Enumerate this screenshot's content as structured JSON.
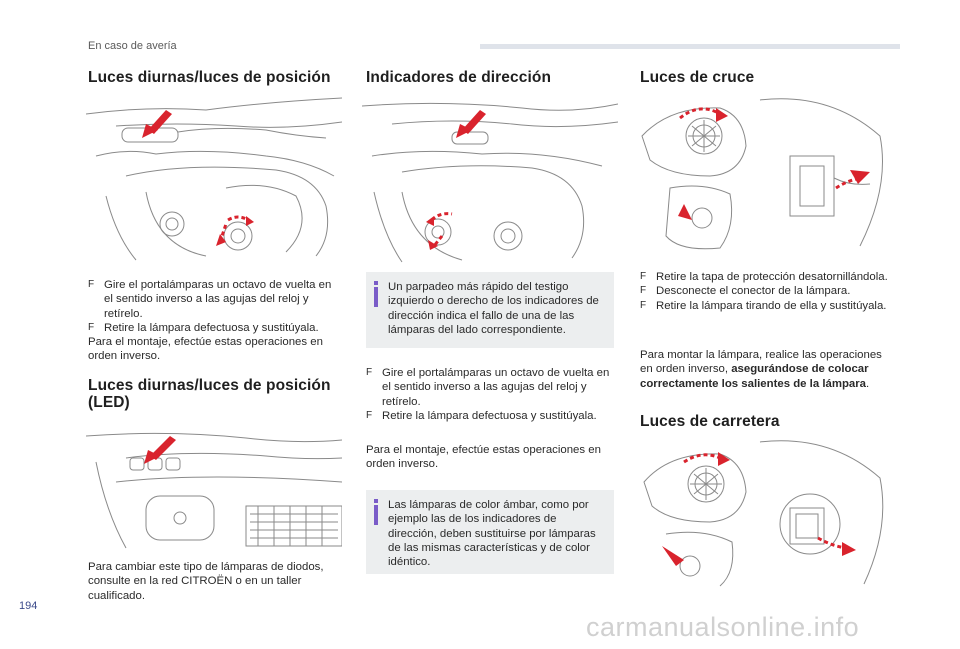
{
  "header": {
    "section": "En caso de avería"
  },
  "page_number": "194",
  "watermark": "carmanualsonline.info",
  "col1": {
    "title1": "Luces diurnas/luces de posición",
    "bullets1": [
      "Gire el portalámparas un octavo de vuelta en el sentido inverso a las agujas del reloj y retírelo.",
      "Retire la lámpara defectuosa y sustitúyala."
    ],
    "para1": "Para el montaje, efectúe estas operaciones en orden inverso.",
    "title2": "Luces diurnas/luces de posición (LED)",
    "para2": "Para cambiar este tipo de lámparas de diodos, consulte en la red CITROËN o en un taller cualificado."
  },
  "col2": {
    "title": "Indicadores de dirección",
    "info1": "Un parpadeo más rápido del testigo izquierdo o derecho de los indicadores de dirección indica el fallo de una de las lámparas del lado correspondiente.",
    "bullets": [
      "Gire el portalámparas un octavo de vuelta en el sentido inverso a las agujas del reloj y retírelo.",
      "Retire la lámpara defectuosa y sustitúyala."
    ],
    "para": "Para el montaje, efectúe estas operaciones en orden inverso.",
    "info2": "Las lámparas de color ámbar, como por ejemplo las de los indicadores de dirección, deben sustituirse por lámparas de las mismas características y de color idéntico."
  },
  "col3": {
    "title1": "Luces de cruce",
    "bullets": [
      "Retire la tapa de protección desatornillándola.",
      "Desconecte el conector de la lámpara.",
      "Retire la lámpara tirando de ella y sustitúyala."
    ],
    "para_start": "Para montar la lámpara, realice las operaciones en orden inverso, ",
    "para_bold": "asegurándose de colocar correctamente los salientes de la lámpara",
    "para_end": ".",
    "title2": "Luces de carretera"
  },
  "bullet_glyph": "F",
  "colors": {
    "arrow": "#d9232d",
    "infobox_bg": "#eceeef",
    "info_icon": "#7a5cc8"
  }
}
